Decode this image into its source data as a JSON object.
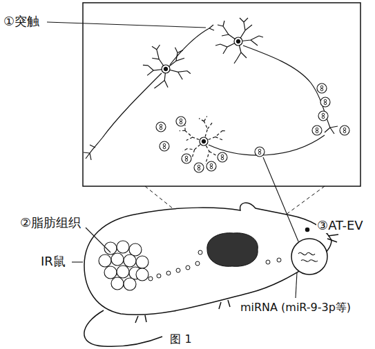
{
  "diagram": {
    "caption": "图 1",
    "labels": [
      "①突触",
      "②脂肪组织",
      "IR鼠",
      "③AT-EV",
      "miRNA (miR-9-3p等)"
    ]
  }
}
